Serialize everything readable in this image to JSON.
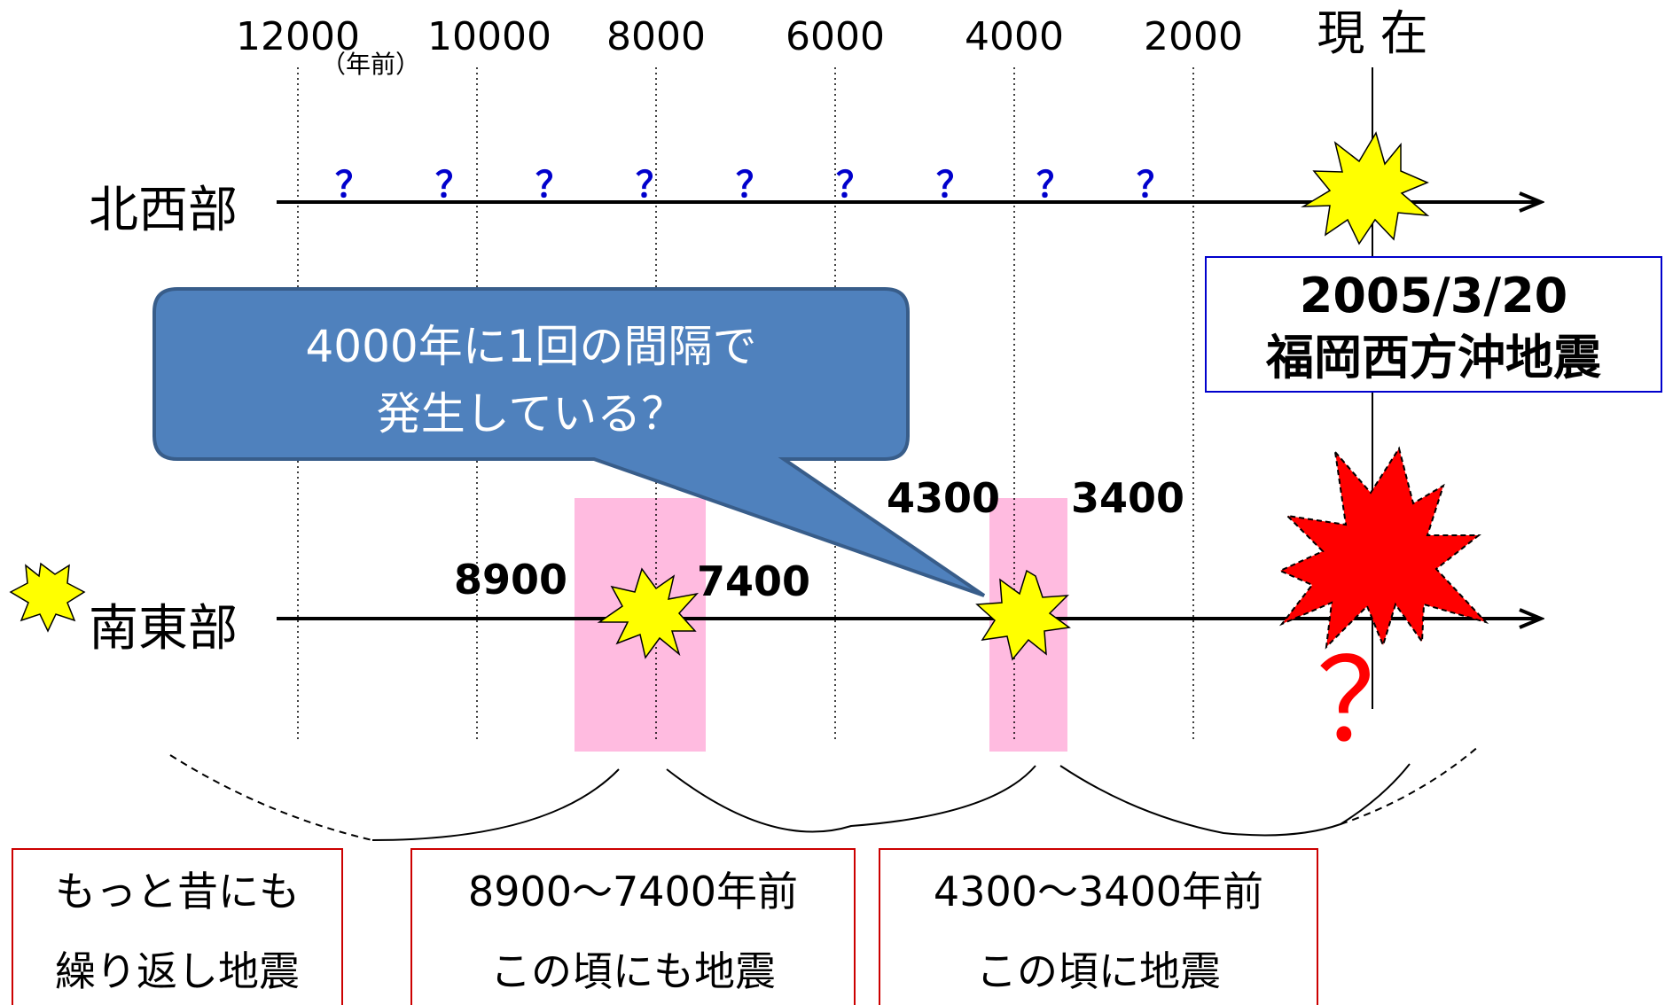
{
  "timeline": {
    "year_ticks": [
      "12000",
      "10000",
      "8000",
      "6000",
      "4000",
      "2000"
    ],
    "now_label": "現 在",
    "unit_label": "（年前）"
  },
  "northwest": {
    "label": "北西部",
    "unknown_mark": "？",
    "unknown_count": 9,
    "event_date": "2005/3/20",
    "event_name": "福岡西方沖地震"
  },
  "southeast": {
    "label": "南東部",
    "range1_start": "8900",
    "range1_end": "7400",
    "range2_start": "4300",
    "range2_end": "3400",
    "future_mark": "？"
  },
  "callout": {
    "line1": "4000年に1回の間隔で",
    "line2": "発生している？"
  },
  "notes": [
    {
      "line1": "もっと昔にも",
      "line2": "繰り返し地震"
    },
    {
      "line1": "8900〜7400年前",
      "line2": "この頃にも地震"
    },
    {
      "line1": "4300〜3400年前",
      "line2": "この頃に地震"
    }
  ],
  "colors": {
    "axis": "#000000",
    "question_blue": "#0000cc",
    "question_red": "#ff0000",
    "callout_fill": "#4f81bd",
    "callout_stroke": "#385d8a",
    "range_fill": "#ffbbe0",
    "star_yellow": "#ffff00",
    "star_red": "#ff0000",
    "event_box_border": "#0000cc",
    "note_border": "#cc0000"
  }
}
